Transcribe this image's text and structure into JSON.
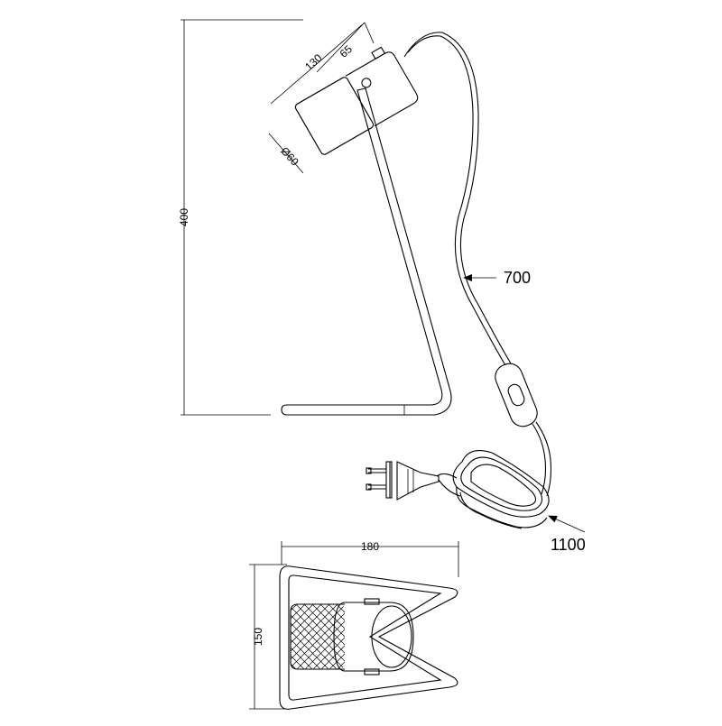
{
  "dimensions": {
    "total_height": "400",
    "shade_length": "130",
    "shade_offset": "65",
    "shade_diameter": "Ø60",
    "cable_to_switch": "700",
    "cable_to_plug": "1100",
    "base_width": "180",
    "base_depth": "150"
  },
  "colors": {
    "line": "#000000",
    "background": "#ffffff"
  }
}
